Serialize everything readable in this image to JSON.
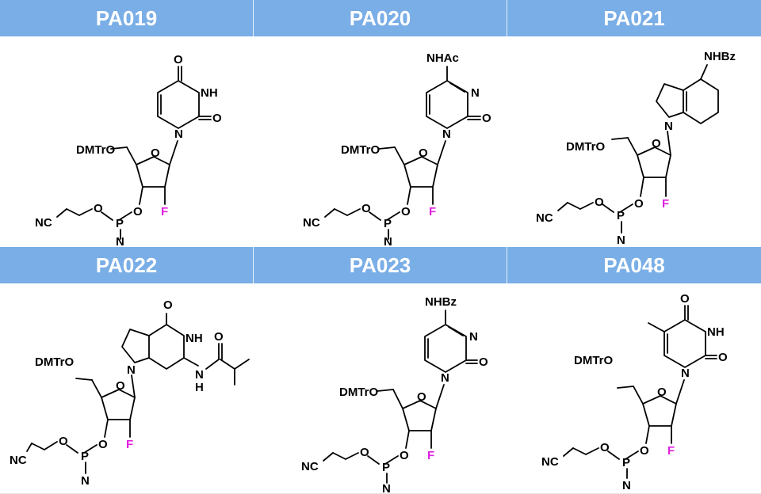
{
  "panels": [
    {
      "id": "PA019",
      "base": "U",
      "label_nh": "NH",
      "label_o_top": "O",
      "label_o_right": "O",
      "label_n": "N"
    },
    {
      "id": "PA020",
      "base": "C",
      "label_sub": "NHAc",
      "label_o_right": "O",
      "label_n1": "N",
      "label_n2": "N"
    },
    {
      "id": "PA021",
      "base": "A",
      "label_sub": "NHBz",
      "label_n": "N"
    },
    {
      "id": "PA022",
      "base": "G",
      "label_o_top": "O",
      "label_nh": "NH",
      "label_nh2": "N",
      "label_h": "H",
      "label_o_amide": "O",
      "label_n": "N"
    },
    {
      "id": "PA023",
      "base": "C",
      "label_sub": "NHBz",
      "label_o_right": "O",
      "label_n1": "N",
      "label_n2": "N"
    },
    {
      "id": "PA048",
      "base": "T",
      "label_nh": "NH",
      "label_o_top": "O",
      "label_o_right": "O",
      "label_n": "N"
    }
  ],
  "common": {
    "dmtro": "DMTrO",
    "ring_o": "O",
    "fluoro": "F",
    "nc": "NC",
    "ester_o": "O",
    "p": "P",
    "amine_n": "N",
    "o3": "O"
  },
  "colors": {
    "header_bg": "#7aaee6",
    "header_text": "#ffffff",
    "fluoro": "#e020e0"
  }
}
